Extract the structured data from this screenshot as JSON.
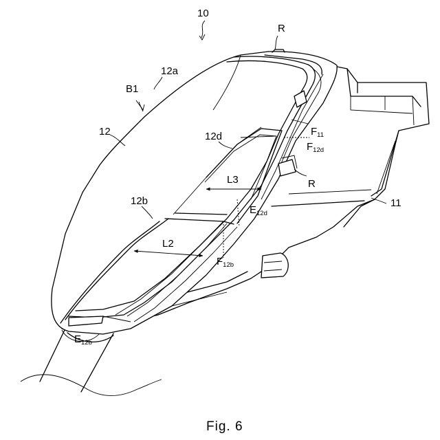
{
  "figure": {
    "caption": "Fig. 6",
    "labels": {
      "ref10": "10",
      "r_top": "R",
      "r_mid": "R",
      "l12a": "12a",
      "b1": "B1",
      "l12": "12",
      "l12d": "12d",
      "f11_main": "F",
      "f11_sub": "11",
      "f12d_main": "F",
      "f12d_sub": "12d",
      "l3": "L3",
      "l11": "11",
      "l12b": "12b",
      "e12d_main": "E",
      "e12d_sub": "12d",
      "l2": "L2",
      "f12b_main": "F",
      "f12b_sub": "12b",
      "e12b_main": "E",
      "e12b_sub": "12b"
    }
  }
}
